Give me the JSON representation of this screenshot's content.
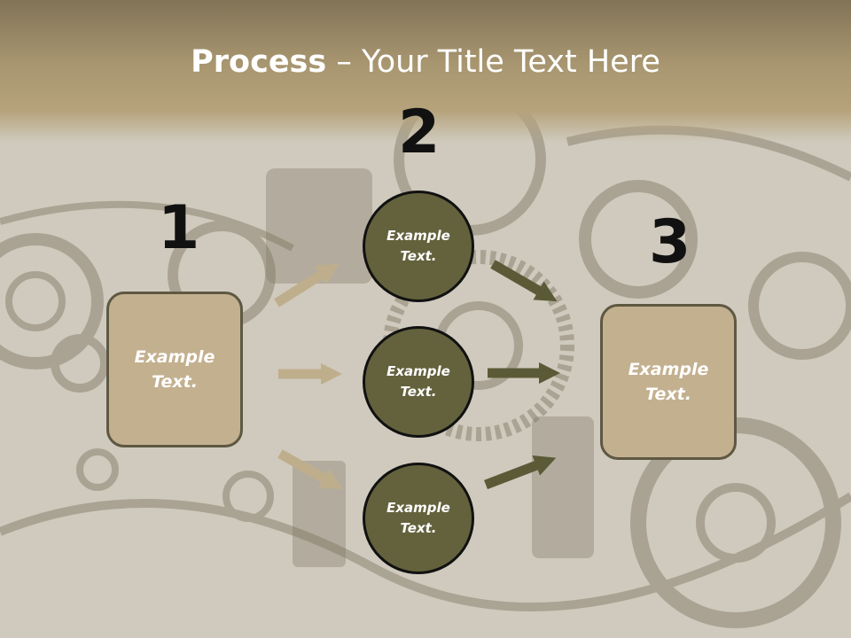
{
  "slide": {
    "title_bold": "Process",
    "title_rest": " – Your Title Text Here"
  },
  "steps": {
    "left_number": "1",
    "middle_number": "2",
    "right_number": "3"
  },
  "left_box": {
    "text": "Example Text."
  },
  "right_box": {
    "text": "Example Text."
  },
  "circles": [
    {
      "text": "Example Text."
    },
    {
      "text": "Example Text."
    },
    {
      "text": "Example Text."
    }
  ],
  "colors": {
    "box_fill": "#c3b08f",
    "circle_fill": "#63623d",
    "arrow_in": "#bfae8c",
    "arrow_out": "#5b5a37"
  }
}
